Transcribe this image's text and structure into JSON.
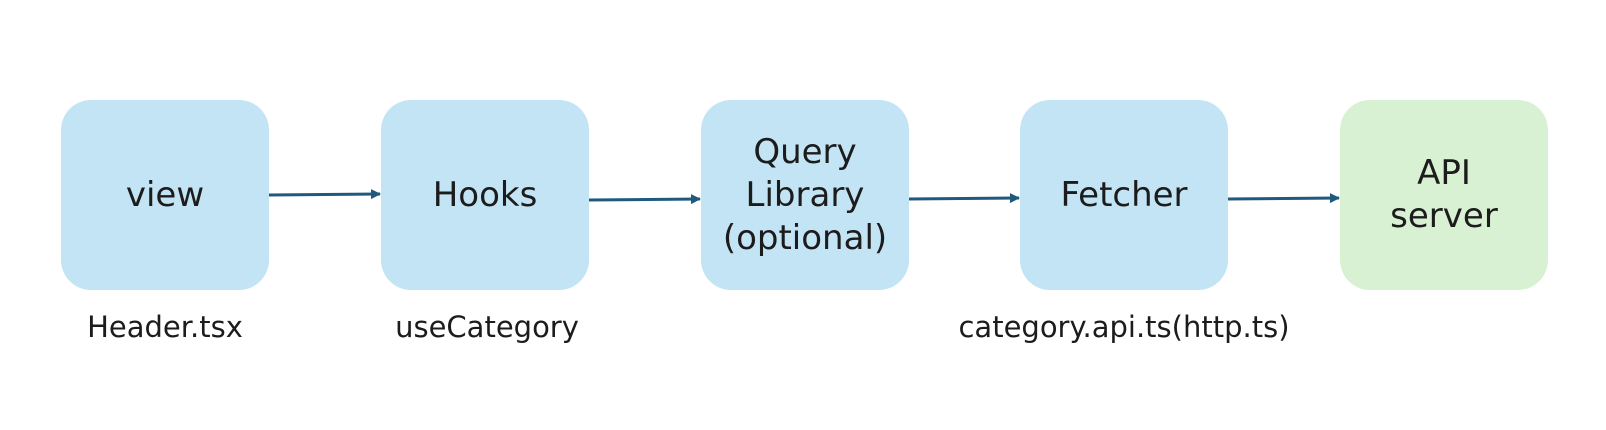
{
  "colors": {
    "node_fill": "#c3e4f4",
    "terminal_fill": "#d9f1d3",
    "arrow": "#1f5a7e",
    "text": "#1c1c1c"
  },
  "nodes": [
    {
      "id": "view",
      "label": "view"
    },
    {
      "id": "hooks",
      "label": "Hooks"
    },
    {
      "id": "query-library",
      "label": "Query\nLibrary\n(optional)"
    },
    {
      "id": "fetcher",
      "label": "Fetcher"
    },
    {
      "id": "api-server",
      "label": "API\nserver"
    }
  ],
  "captions": [
    {
      "id": "header-tsx",
      "text": "Header.tsx"
    },
    {
      "id": "use-category",
      "text": "useCategory"
    },
    {
      "id": "category-api",
      "text": "category.api.ts(http.ts)"
    }
  ],
  "edges": [
    {
      "from": "view",
      "to": "hooks"
    },
    {
      "from": "hooks",
      "to": "query-library"
    },
    {
      "from": "query-library",
      "to": "fetcher"
    },
    {
      "from": "fetcher",
      "to": "api-server"
    }
  ]
}
